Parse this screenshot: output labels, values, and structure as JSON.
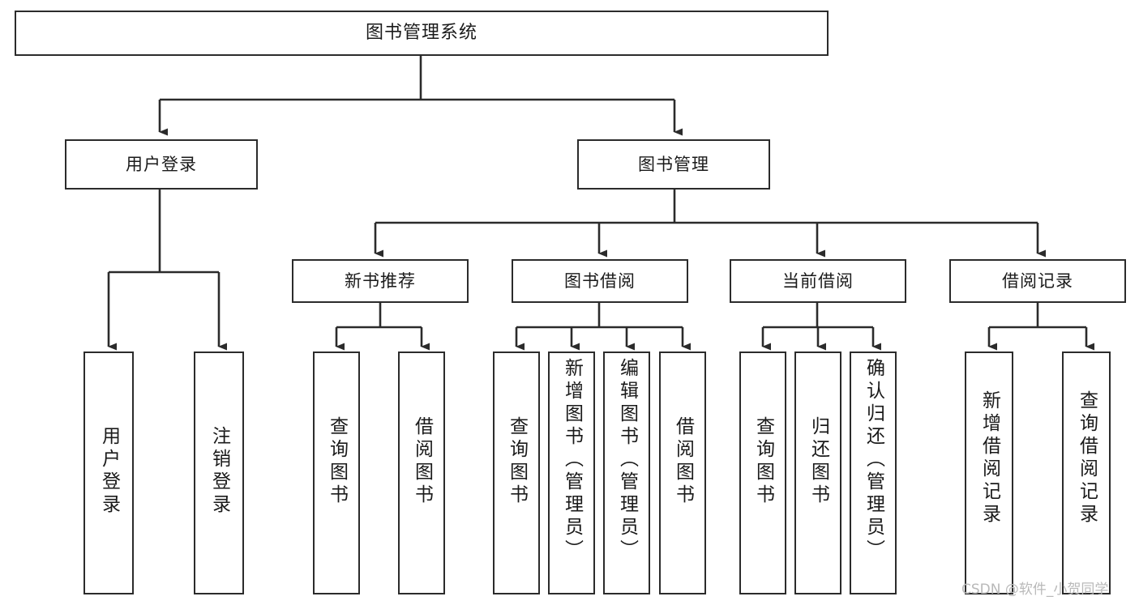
{
  "diagram": {
    "type": "tree-hierarchy-chart",
    "title": "图书管理系统",
    "orientation": "top-down",
    "box_border_color": "#2b2b2b",
    "box_fill_color": "#ffffff",
    "connector_color": "#2b2b2b",
    "background_color": "#ffffff",
    "levels": [
      {
        "level": 0,
        "nodes": [
          {
            "id": "root",
            "label": "图书管理系统",
            "text_direction": "horizontal"
          }
        ]
      },
      {
        "level": 1,
        "nodes": [
          {
            "id": "l1-0",
            "label": "用户登录",
            "text_direction": "horizontal",
            "parent": "root"
          },
          {
            "id": "l1-1",
            "label": "图书管理",
            "text_direction": "horizontal",
            "parent": "root"
          }
        ]
      },
      {
        "level": 2,
        "nodes": [
          {
            "id": "l2-0",
            "label": "新书推荐",
            "text_direction": "horizontal",
            "parent": "l1-1"
          },
          {
            "id": "l2-1",
            "label": "图书借阅",
            "text_direction": "horizontal",
            "parent": "l1-1"
          },
          {
            "id": "l2-2",
            "label": "当前借阅",
            "text_direction": "horizontal",
            "parent": "l1-1"
          },
          {
            "id": "l2-3",
            "label": "借阅记录",
            "text_direction": "horizontal",
            "parent": "l1-1"
          }
        ]
      },
      {
        "level": 3,
        "nodes": [
          {
            "id": "l3-0",
            "label": "用户登录",
            "text_direction": "vertical",
            "parent": "l1-0"
          },
          {
            "id": "l3-1",
            "label": "注销登录",
            "text_direction": "vertical",
            "parent": "l1-0"
          },
          {
            "id": "l3-2",
            "label": "查询图书",
            "text_direction": "vertical",
            "parent": "l2-0"
          },
          {
            "id": "l3-3",
            "label": "借阅图书",
            "text_direction": "vertical",
            "parent": "l2-0"
          },
          {
            "id": "l3-4",
            "label": "查询图书",
            "text_direction": "vertical",
            "parent": "l2-1"
          },
          {
            "id": "l3-5",
            "label": "新增图书（管理员）",
            "text_direction": "vertical",
            "parent": "l2-1"
          },
          {
            "id": "l3-6",
            "label": "编辑图书（管理员）",
            "text_direction": "vertical",
            "parent": "l2-1"
          },
          {
            "id": "l3-7",
            "label": "借阅图书",
            "text_direction": "vertical",
            "parent": "l2-1"
          },
          {
            "id": "l3-8",
            "label": "查询图书",
            "text_direction": "vertical",
            "parent": "l2-2"
          },
          {
            "id": "l3-9",
            "label": "归还图书",
            "text_direction": "vertical",
            "parent": "l2-2"
          },
          {
            "id": "l3-10",
            "label": "确认归还（管理员）",
            "text_direction": "vertical",
            "parent": "l2-2"
          },
          {
            "id": "l3-11",
            "label": "新增借阅记录",
            "text_direction": "vertical",
            "parent": "l2-3"
          },
          {
            "id": "l3-12",
            "label": "查询借阅记录",
            "text_direction": "vertical",
            "parent": "l2-3"
          }
        ]
      }
    ]
  },
  "watermark": {
    "text": "CSDN @软件_小贺同学",
    "color": "#b9b9b9"
  }
}
